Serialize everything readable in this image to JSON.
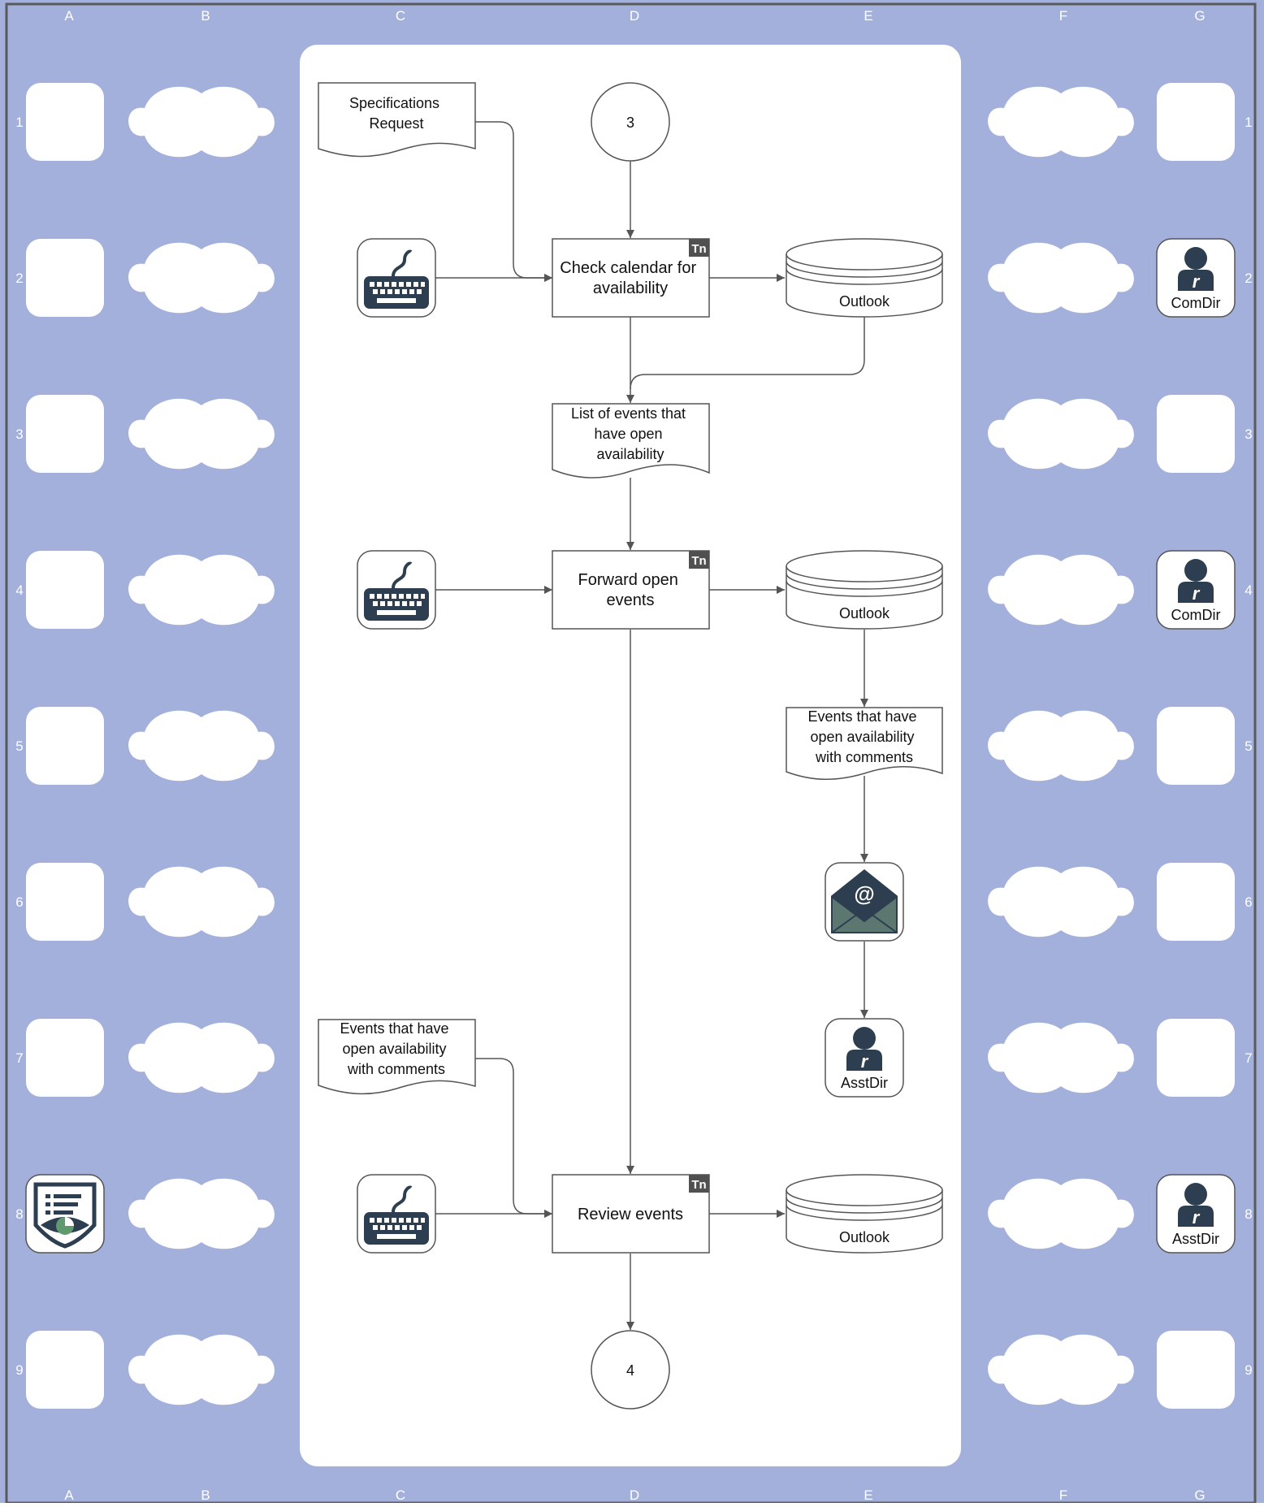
{
  "columns": [
    "A",
    "B",
    "C",
    "D",
    "E",
    "F",
    "G"
  ],
  "rows": [
    "1",
    "2",
    "3",
    "4",
    "5",
    "6",
    "7",
    "8",
    "9"
  ],
  "colors": {
    "background": "#a3b0db",
    "canvas": "#ffffff",
    "frame": "#5a5a5a",
    "stroke": "#555555",
    "icon_dark": "#2d3e50",
    "icon_green": "#5e9a6d",
    "envelope_flap": "#5b7770",
    "tag": "#505050"
  },
  "nodes": {
    "spec_request": {
      "label_lines": [
        "Specifications",
        "Request"
      ]
    },
    "connector_in": {
      "label": "3"
    },
    "check_calendar": {
      "label_lines": [
        "Check calendar for",
        "availability"
      ],
      "tag": "Tn"
    },
    "outlook_1": {
      "label": "Outlook"
    },
    "event_list": {
      "label_lines": [
        "List of events that",
        "have open",
        "availability"
      ]
    },
    "forward_events": {
      "label_lines": [
        "Forward open",
        "events"
      ],
      "tag": "Tn"
    },
    "outlook_2": {
      "label": "Outlook"
    },
    "events_comments_1": {
      "label_lines": [
        "Events that have",
        "open availability",
        "with comments"
      ]
    },
    "email": {
      "icon": "email-at-icon"
    },
    "asstdir_person": {
      "label": "AsstDir",
      "icon": "person-icon"
    },
    "events_comments_2": {
      "label_lines": [
        "Events that have",
        "open availability",
        "with comments"
      ]
    },
    "review_events": {
      "label_lines": [
        "Review events"
      ],
      "tag": "Tn"
    },
    "outlook_3": {
      "label": "Outlook"
    },
    "connector_out": {
      "label": "4"
    },
    "keyboard_icon": {
      "icon": "keyboard-icon"
    }
  },
  "side_icons": {
    "comdir_row2": {
      "label": "ComDir",
      "icon": "person-icon"
    },
    "comdir_row4": {
      "label": "ComDir",
      "icon": "person-icon"
    },
    "asstdir_row8": {
      "label": "AsstDir",
      "icon": "person-icon"
    },
    "review_row8": {
      "icon": "document-review-icon"
    }
  }
}
